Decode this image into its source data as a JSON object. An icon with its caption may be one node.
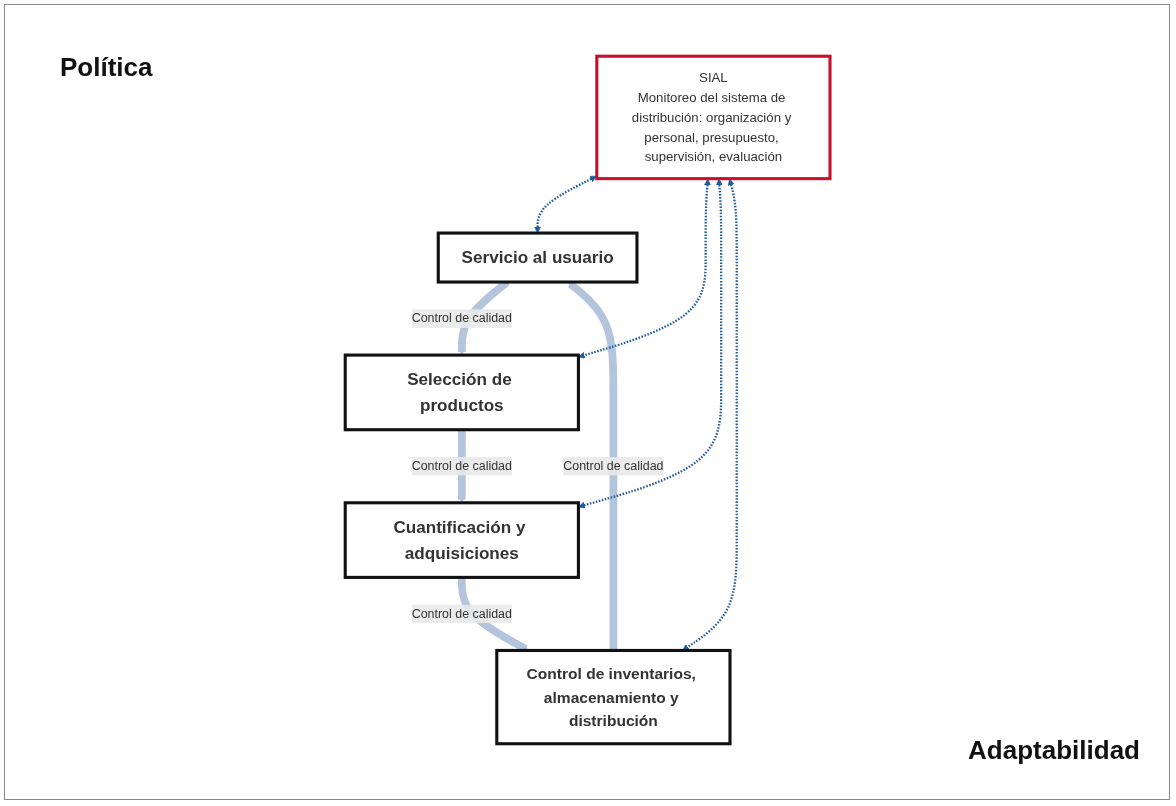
{
  "diagram": {
    "nodes": [
      {
        "text": [
          "Servicio al usuario"
        ]
      },
      {
        "text": [
          "Selección de productos"
        ]
      },
      {
        "text": [
          "Cuantificación y adquisiciones"
        ]
      },
      {
        "text": [
          "Control de inventarios, almacenamiento y distribución"
        ]
      },
      {
        "text": [
          "SIAL",
          "Monitoreo del sistema de distribución: organización y personal, presupuesto, supervisión, evaluación"
        ]
      }
    ],
    "edges": [
      {
        "from": 0,
        "to": 1,
        "arrow": "to",
        "label": "Control de calidad",
        "style": "thick",
        "color": "#b4c4dc"
      },
      {
        "from": 1,
        "to": 2,
        "arrow": "to",
        "label": "Control de calidad",
        "style": "thick",
        "color": "#b4c4dc"
      },
      {
        "from": 2,
        "to": 3,
        "arrow": "to",
        "label": "Control de calidad",
        "style": "thick",
        "color": "#b4c4dc"
      },
      {
        "from": 3,
        "to": 0,
        "arrow": "to",
        "label": "Control de calidad",
        "style": "thick",
        "color": "#b4c4dc"
      },
      {
        "from": 4,
        "to": 0,
        "arrow": "both",
        "style": "dashed",
        "color": "#1f5c99"
      },
      {
        "from": 4,
        "to": 1,
        "arrow": "both",
        "style": "dashed",
        "color": "#1f5c99"
      },
      {
        "from": 4,
        "to": 2,
        "arrow": "both",
        "style": "dashed",
        "color": "#1f5c99"
      },
      {
        "from": 4,
        "to": 3,
        "arrow": "both",
        "style": "dashed",
        "color": "#1f5c99"
      }
    ],
    "labels": [
      "Política",
      "Adaptabilidad"
    ]
  }
}
